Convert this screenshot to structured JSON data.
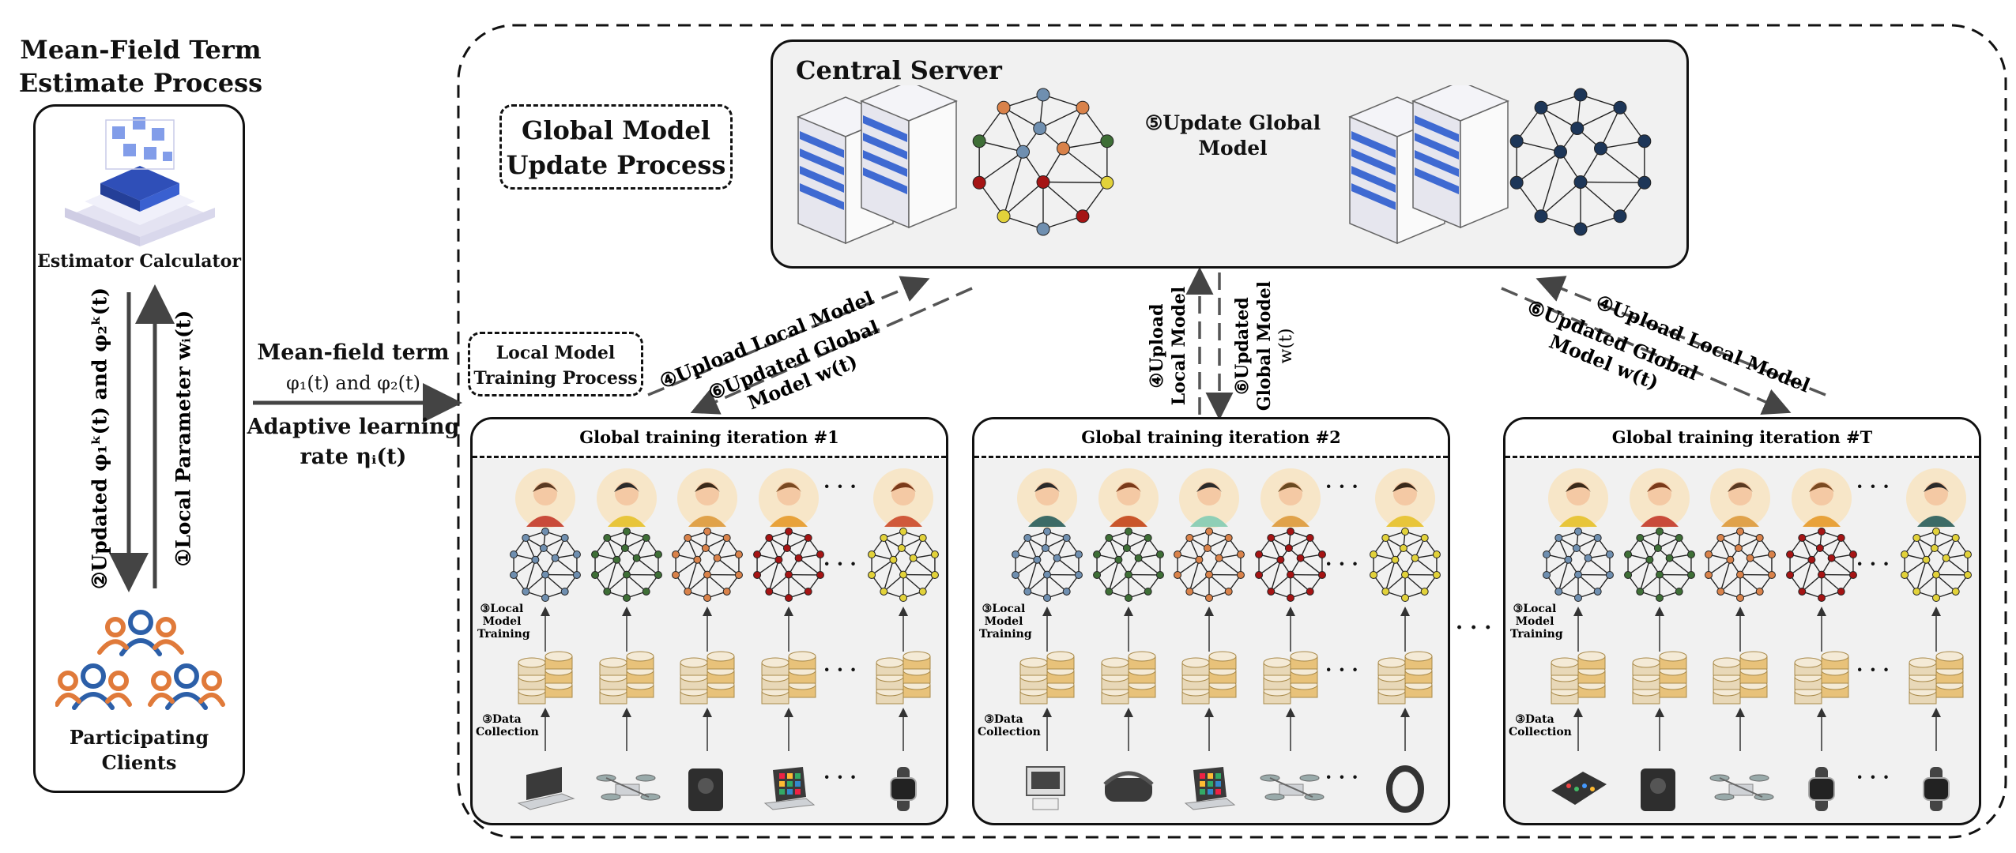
{
  "colors": {
    "server_blue": "#2f5db8",
    "node_blue": "#6f8fb0",
    "node_green": "#3e6e36",
    "node_orange": "#d9824a",
    "node_red": "#a51414",
    "node_yellow": "#e2d23a",
    "node_navy": "#1d3658",
    "panel_gray": "#f1f1f1"
  },
  "left_panel": {
    "title_line1": "Mean-Field Term",
    "title_line2": "Estimate Process",
    "estimator_label": "Estimator Calculator",
    "arrow_down_label": "②Updated φ₁ᵏ(t) and φ₂ᵏ(t)",
    "arrow_up_label": "①Local Parameter wᵢ(t)",
    "clients_label_line1": "Participating",
    "clients_label_line2": "Clients",
    "icons": [
      "estimator-cube-icon",
      "people-group-icon"
    ]
  },
  "middle": {
    "meanfield_line1": "Mean-field term",
    "meanfield_line2": "φ₁(t) and φ₂(t)",
    "adaptive_line1": "Adaptive learning",
    "adaptive_line2": "rate ηᵢ(t)"
  },
  "global_process": {
    "line1": "Global Model",
    "line2": "Update Process"
  },
  "local_process": {
    "line1": "Local Model",
    "line2": "Training Process"
  },
  "central_server": {
    "title": "Central Server",
    "update_line1": "⑤Update Global",
    "update_line2": "Model"
  },
  "links": {
    "left_upload": "④Upload Local Model",
    "left_updated_line1": "⑥Updated Global",
    "left_updated_line2": "Model w(t)",
    "mid_upload_line1": "④Upload",
    "mid_upload_line2": "Local Model",
    "mid_updated_line1": "⑥Updated",
    "mid_updated_line2": "Global Model",
    "mid_updated_line3": "w(t)",
    "right_upload": "④Upload Local Model",
    "right_updated_line1": "⑥Updated Global",
    "right_updated_line2": "Model w(t)"
  },
  "iterations": [
    {
      "title": "Global training iteration #1",
      "training_label": [
        "③Local",
        "Model",
        "Training"
      ],
      "collection_label": [
        "③Data",
        "Collection"
      ],
      "network_colors": [
        "#6f8fb0",
        "#3e6e36",
        "#d9824a",
        "#a51414",
        "#e2d23a"
      ],
      "devices": [
        "laptop-icon",
        "drone-icon",
        "smart-speaker-icon",
        "tablet-icon",
        "smartwatch-icon"
      ],
      "ellipsis": "· · ·"
    },
    {
      "title": "Global training iteration #2",
      "training_label": [
        "③Local",
        "Model",
        "Training"
      ],
      "collection_label": [
        "③Data",
        "Collection"
      ],
      "network_colors": [
        "#6f8fb0",
        "#3e6e36",
        "#d9824a",
        "#a51414",
        "#e2d23a"
      ],
      "devices": [
        "monitor-icon",
        "vr-headset-icon",
        "tablet-icon",
        "drone-icon",
        "fitness-band-icon"
      ],
      "ellipsis": "· · ·"
    },
    {
      "title": "Global training iteration #T",
      "training_label": [
        "③Local",
        "Model",
        "Training"
      ],
      "collection_label": [
        "③Data",
        "Collection"
      ],
      "network_colors": [
        "#6f8fb0",
        "#3e6e36",
        "#d9824a",
        "#a51414",
        "#e2d23a"
      ],
      "devices": [
        "smartphone-icon",
        "smart-speaker-icon",
        "drone-icon",
        "smartwatch-icon",
        "smartwatch-icon"
      ],
      "ellipsis": "· · ·"
    }
  ],
  "between_iterations_ellipsis": "· · ·"
}
